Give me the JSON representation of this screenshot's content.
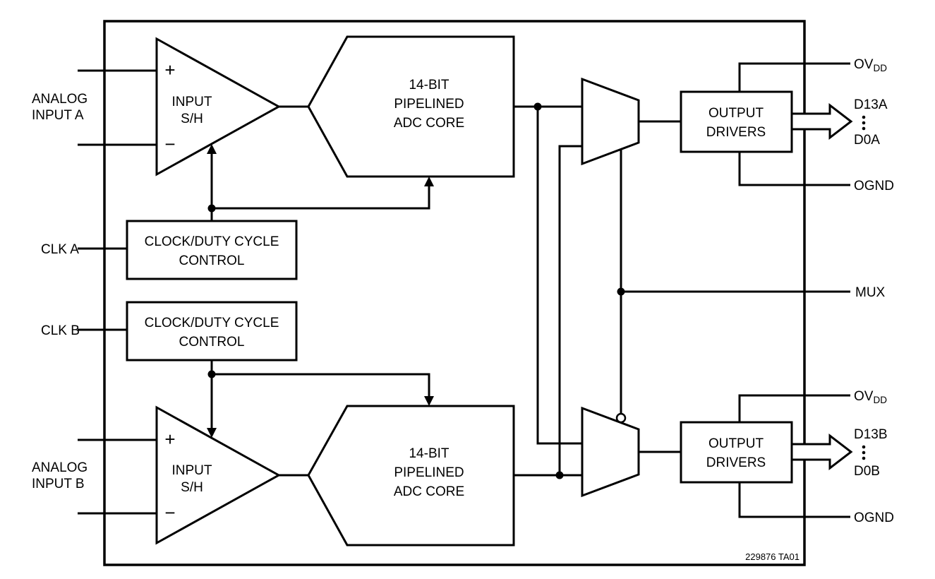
{
  "diagram": {
    "caption": "229876 TA01",
    "left_pins": {
      "analog_a_line1": "ANALOG",
      "analog_a_line2": "INPUT A",
      "clk_a": "CLK A",
      "clk_b": "CLK B",
      "analog_b_line1": "ANALOG",
      "analog_b_line2": "INPUT B"
    },
    "amp_a": {
      "plus": "+",
      "minus": "−",
      "label_line1": "INPUT",
      "label_line2": "S/H"
    },
    "amp_b": {
      "plus": "+",
      "minus": "−",
      "label_line1": "INPUT",
      "label_line2": "S/H"
    },
    "adc_a": {
      "line1": "14-BIT",
      "line2": "PIPELINED",
      "line3": "ADC CORE"
    },
    "adc_b": {
      "line1": "14-BIT",
      "line2": "PIPELINED",
      "line3": "ADC CORE"
    },
    "clock_a": {
      "line1": "CLOCK/DUTY CYCLE",
      "line2": "CONTROL"
    },
    "clock_b": {
      "line1": "CLOCK/DUTY CYCLE",
      "line2": "CONTROL"
    },
    "drivers_a": {
      "line1": "OUTPUT",
      "line2": "DRIVERS"
    },
    "drivers_b": {
      "line1": "OUTPUT",
      "line2": "DRIVERS"
    },
    "right_pins": {
      "ovdd_a_base": "OV",
      "ovdd_a_sub": "DD",
      "d13a": "D13A",
      "d0a": "D0A",
      "ognd_a": "OGND",
      "mux": "MUX",
      "ovdd_b_base": "OV",
      "ovdd_b_sub": "DD",
      "d13b": "D13B",
      "d0b": "D0B",
      "ognd_b": "OGND"
    },
    "colors": {
      "ink": "#000000",
      "background": "#ffffff"
    }
  }
}
